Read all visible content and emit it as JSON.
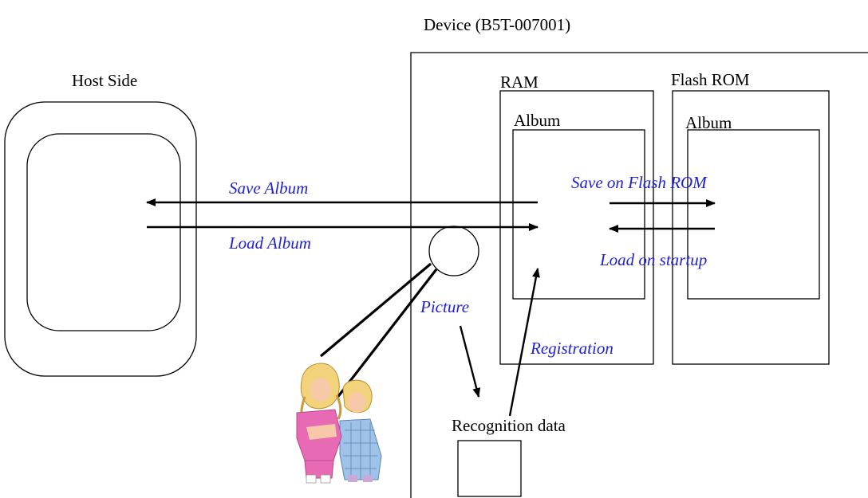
{
  "labels": {
    "device": "Device (B5T-007001)",
    "host_side": "Host Side",
    "ram": "RAM",
    "flash_rom": "Flash ROM",
    "ram_album": "Album",
    "flash_album": "Album",
    "recognition_data": "Recognition data"
  },
  "flows": {
    "save_album": "Save Album",
    "load_album": "Load Album",
    "save_on_flash": "Save on Flash ROM",
    "load_on_startup": "Load on startup",
    "picture": "Picture",
    "registration": "Registration"
  },
  "colors": {
    "flow_text": "#1f1fd6",
    "label_text": "#000000"
  },
  "icons": {
    "camera": "camera-lens-icon",
    "people": "people-clipart-icon"
  }
}
